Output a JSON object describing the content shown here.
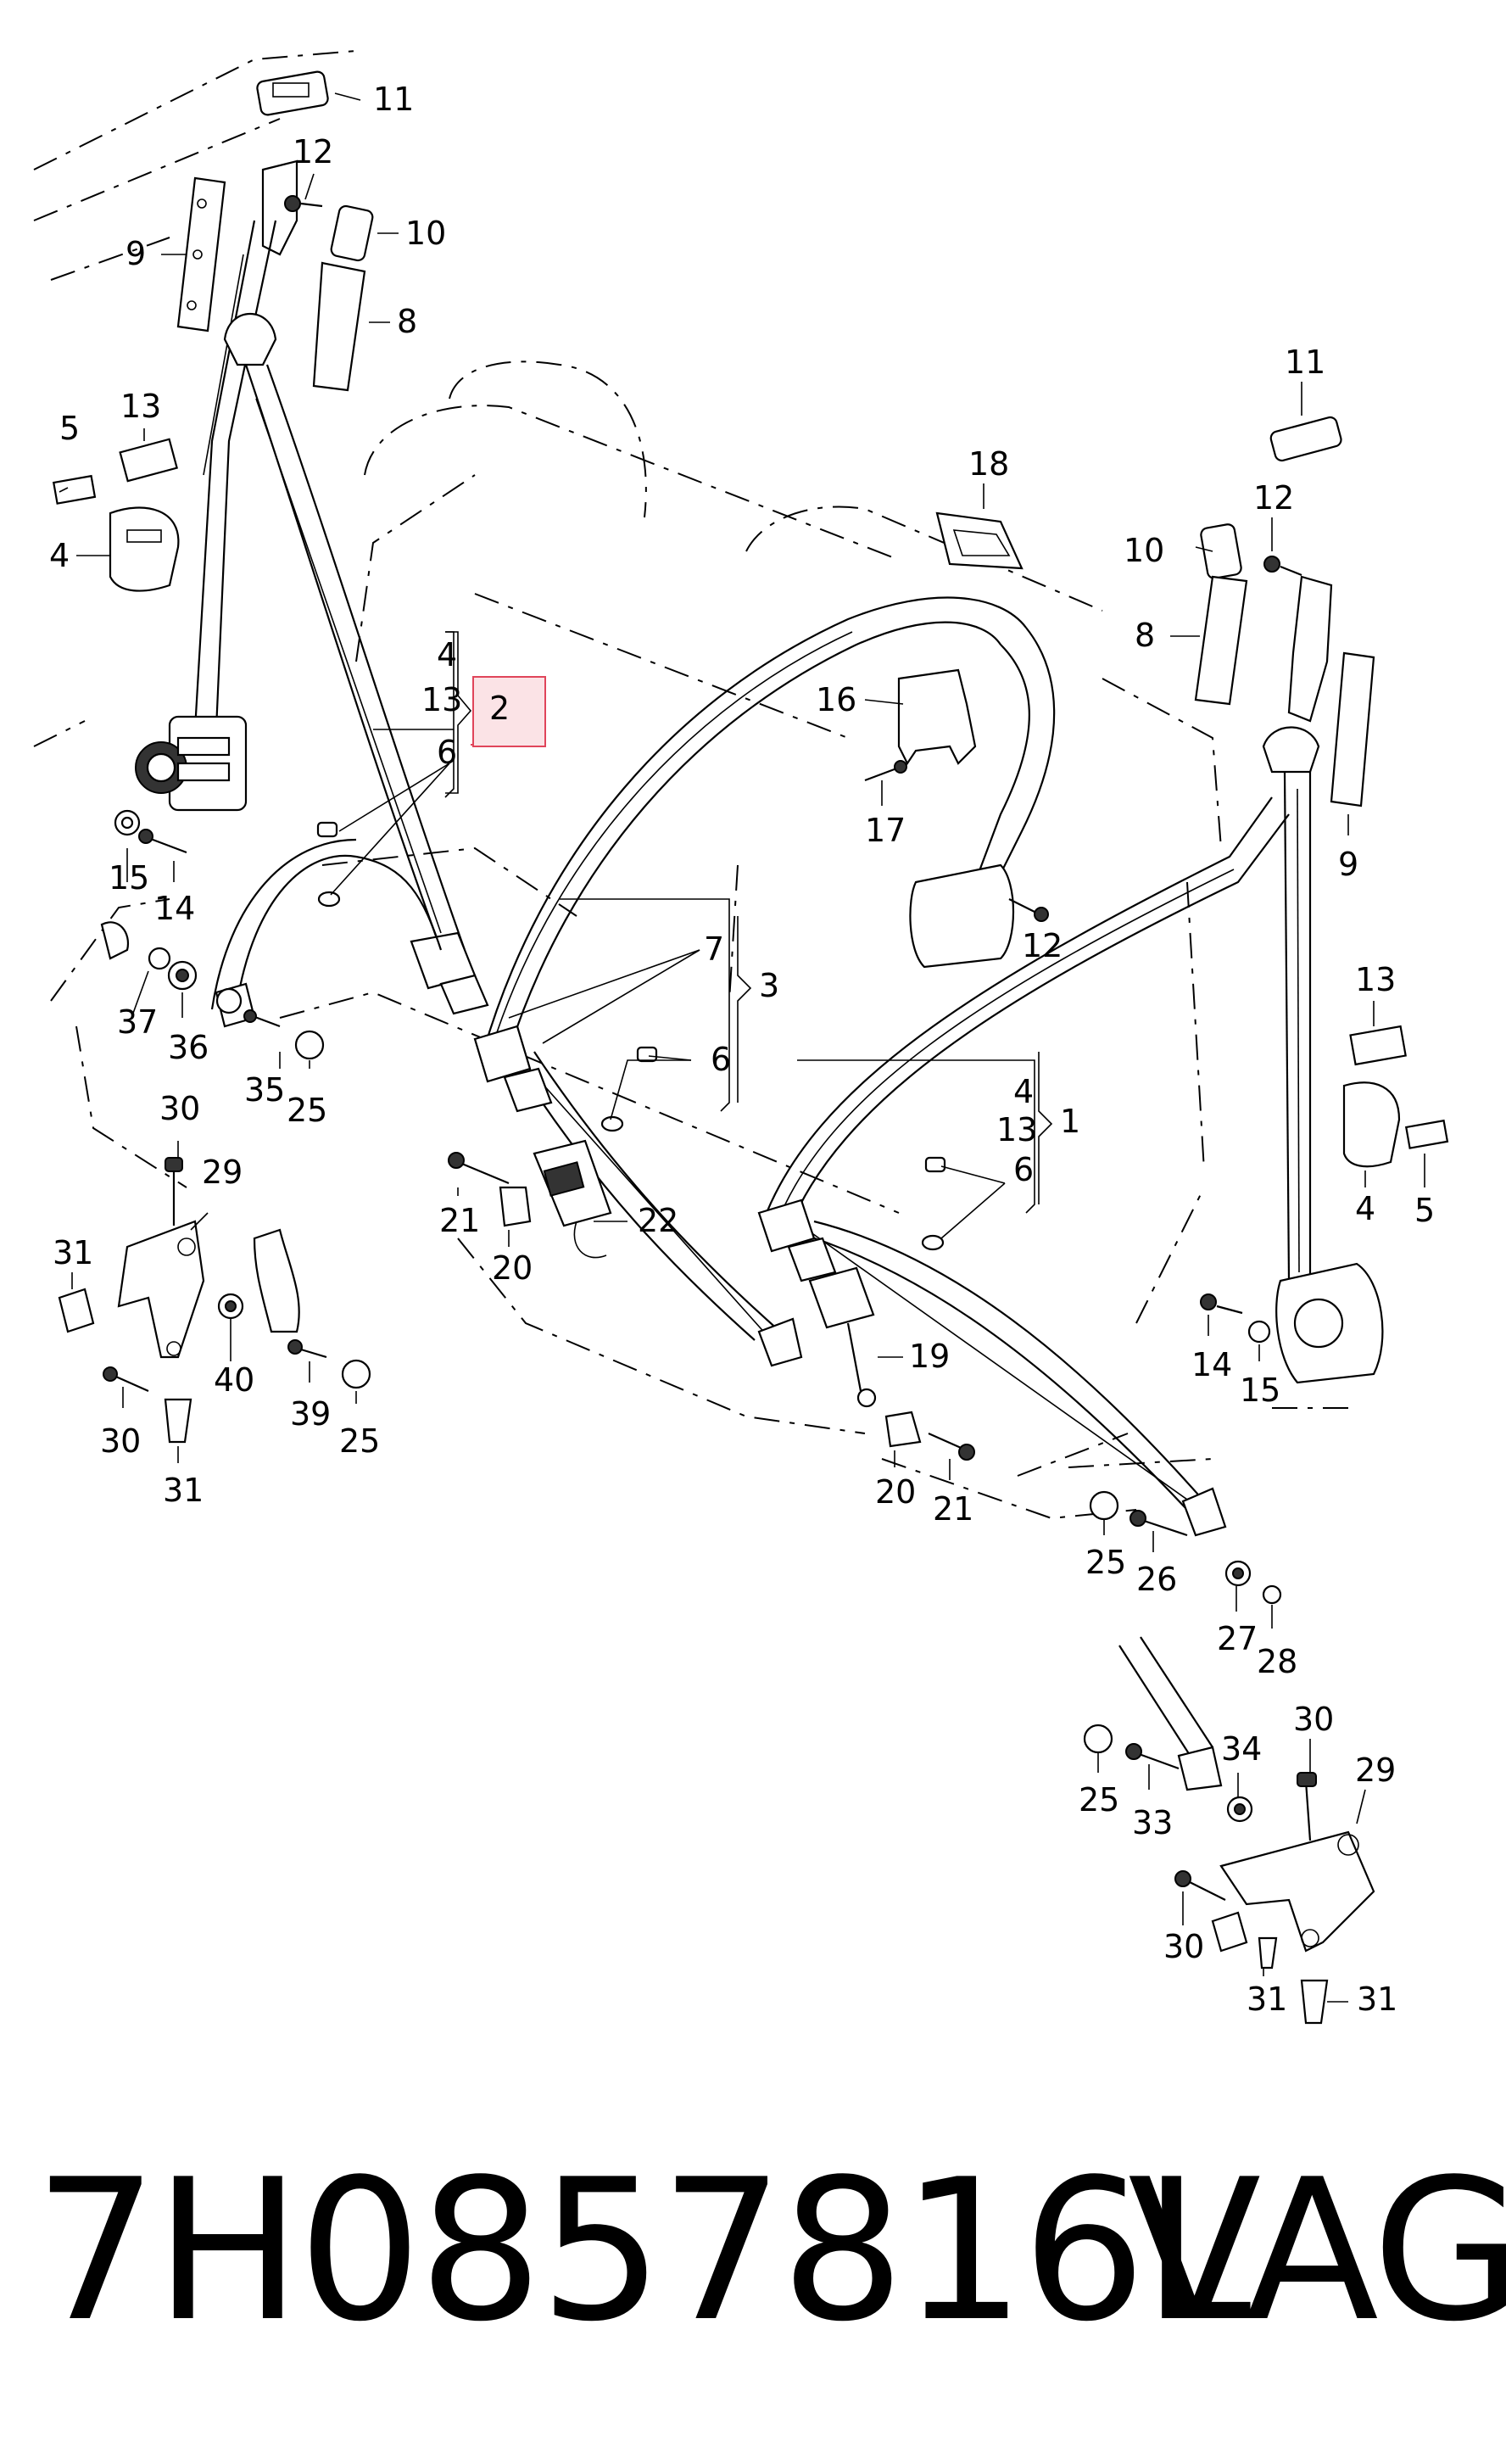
{
  "callouts": [
    {
      "id": "c11a",
      "text": "11"
    },
    {
      "id": "c12a",
      "text": "12"
    },
    {
      "id": "c10a",
      "text": "10"
    },
    {
      "id": "c9a",
      "text": "9"
    },
    {
      "id": "c8a",
      "text": "8"
    },
    {
      "id": "c5a",
      "text": "5"
    },
    {
      "id": "c13a",
      "text": "13"
    },
    {
      "id": "c4a",
      "text": "4"
    },
    {
      "id": "c4b",
      "text": "4"
    },
    {
      "id": "c13b",
      "text": "13"
    },
    {
      "id": "c2",
      "text": "2"
    },
    {
      "id": "c6a",
      "text": "6"
    },
    {
      "id": "c15a",
      "text": "15"
    },
    {
      "id": "c14a",
      "text": "14"
    },
    {
      "id": "c37",
      "text": "37"
    },
    {
      "id": "c36",
      "text": "36"
    },
    {
      "id": "c35",
      "text": "35"
    },
    {
      "id": "c25a",
      "text": "25"
    },
    {
      "id": "c30a",
      "text": "30"
    },
    {
      "id": "c29a",
      "text": "29"
    },
    {
      "id": "c31a",
      "text": "31"
    },
    {
      "id": "c40",
      "text": "40"
    },
    {
      "id": "c39",
      "text": "39"
    },
    {
      "id": "c25b",
      "text": "25"
    },
    {
      "id": "c30b",
      "text": "30"
    },
    {
      "id": "c31b",
      "text": "31"
    },
    {
      "id": "c18",
      "text": "18"
    },
    {
      "id": "c16",
      "text": "16"
    },
    {
      "id": "c17",
      "text": "17"
    },
    {
      "id": "c12b",
      "text": "12"
    },
    {
      "id": "c7",
      "text": "7"
    },
    {
      "id": "c3",
      "text": "3"
    },
    {
      "id": "c6b",
      "text": "6"
    },
    {
      "id": "c21a",
      "text": "21"
    },
    {
      "id": "c20a",
      "text": "20"
    },
    {
      "id": "c22",
      "text": "22"
    },
    {
      "id": "c4c",
      "text": "4"
    },
    {
      "id": "c13c",
      "text": "13"
    },
    {
      "id": "c1",
      "text": "1"
    },
    {
      "id": "c6c",
      "text": "6"
    },
    {
      "id": "c19",
      "text": "19"
    },
    {
      "id": "c20b",
      "text": "20"
    },
    {
      "id": "c21b",
      "text": "21"
    },
    {
      "id": "c11b",
      "text": "11"
    },
    {
      "id": "c12c",
      "text": "12"
    },
    {
      "id": "c10b",
      "text": "10"
    },
    {
      "id": "c8b",
      "text": "8"
    },
    {
      "id": "c9b",
      "text": "9"
    },
    {
      "id": "c13d",
      "text": "13"
    },
    {
      "id": "c4d",
      "text": "4"
    },
    {
      "id": "c5b",
      "text": "5"
    },
    {
      "id": "c14b",
      "text": "14"
    },
    {
      "id": "c15b",
      "text": "15"
    },
    {
      "id": "c25c",
      "text": "25"
    },
    {
      "id": "c26",
      "text": "26"
    },
    {
      "id": "c27",
      "text": "27"
    },
    {
      "id": "c28",
      "text": "28"
    },
    {
      "id": "c30c",
      "text": "30"
    },
    {
      "id": "c34",
      "text": "34"
    },
    {
      "id": "c29b",
      "text": "29"
    },
    {
      "id": "c25d",
      "text": "25"
    },
    {
      "id": "c33",
      "text": "33"
    },
    {
      "id": "c30d",
      "text": "30"
    },
    {
      "id": "c31c",
      "text": "31"
    },
    {
      "id": "c31d",
      "text": "31"
    }
  ],
  "highlight_color": "#e0455a",
  "highlight_fill": "#fbe3e6",
  "footer": {
    "part_number": "7H0857816L",
    "brand": "VAG"
  }
}
